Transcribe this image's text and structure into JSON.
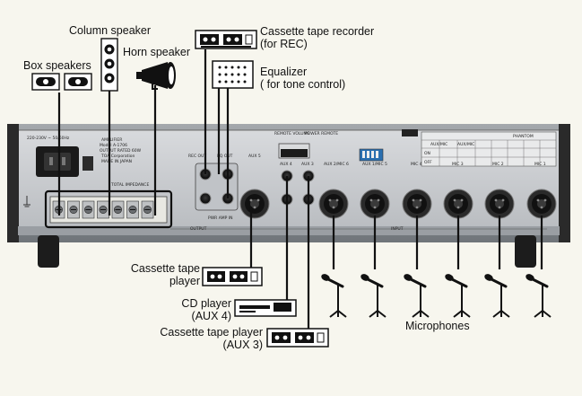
{
  "labels": {
    "column_speaker": "Column speaker",
    "box_speakers": "Box speakers",
    "horn_speaker": "Horn speaker",
    "cassette_recorder_line1": "Cassette tape recorder",
    "cassette_recorder_line2": "(for REC)",
    "equalizer_line1": "Equalizer",
    "equalizer_line2": "( for tone control)",
    "cassette_player_line1": "Cassette tape",
    "cassette_player_line2": "player",
    "cd_player_line1": "CD player",
    "cd_player_line2": "(AUX 4)",
    "cassette_aux3_line1": "Cassette tape player",
    "cassette_aux3_line2": "(AUX 3)",
    "microphones": "Microphones"
  },
  "panel": {
    "power_spec": "220-230V ~ 50/60Hz",
    "model_line1": "AMPLIFIER",
    "model_line2": "Model A-1706",
    "model_line3": "OUTPUT RATED 60W",
    "model_line4": "TOA Corporation",
    "model_line5": "MADE IN JAPAN",
    "impedance": "TOTAL IMPEDANCE",
    "rec_out": "REC OUT",
    "eq_out": "EQ OUT",
    "pwr_amp_in": "PWR AMP IN",
    "output": "OUTPUT",
    "input": "INPUT",
    "aux5": "AUX 5",
    "aux4": "AUX 4",
    "aux3": "AUX 3",
    "aux2_mic6": "AUX 2/MIC 6",
    "aux1_mic5": "AUX 1/MIC 5",
    "mic4": "MIC 4",
    "mic3": "MIC 3",
    "mic2": "MIC 2",
    "mic1": "MIC 1",
    "remote_volume": "REMOTE VOLUME",
    "power_remote": "POWER REMOTE",
    "phantom": "PHANTOM",
    "aux_mic_left": "AUX/MIC",
    "aux_mic_right": "AUX/MIC",
    "table_on": "ON",
    "table_off": "OFF"
  },
  "colors": {
    "background": "#f7f6ee",
    "panel_body": "#8d9297",
    "panel_face": "#c9ccd0",
    "cable": "#111111",
    "highlight_box": "#111111"
  }
}
